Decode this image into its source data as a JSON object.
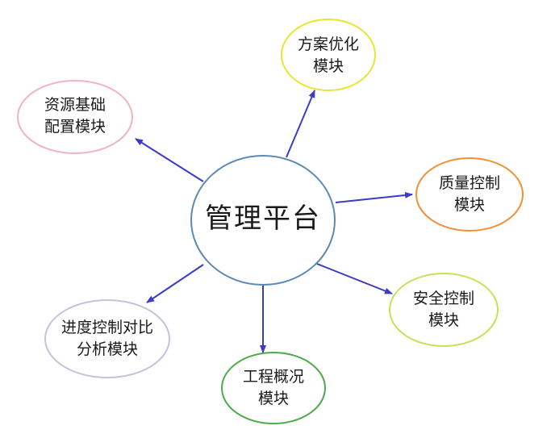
{
  "center": {
    "label": "管理平台"
  },
  "modules": [
    {
      "id": "plan-optimization",
      "lines": [
        "方案优化",
        "模块"
      ],
      "border": "#e6e62e"
    },
    {
      "id": "resource-config",
      "lines": [
        "资源基础",
        "配置模块"
      ],
      "border": "#f0b4be"
    },
    {
      "id": "quality-control",
      "lines": [
        "质量控制",
        "模块"
      ],
      "border": "#f0903a"
    },
    {
      "id": "safety-control",
      "lines": [
        "安全控制",
        "模块"
      ],
      "border": "#c8e05a"
    },
    {
      "id": "project-overview",
      "lines": [
        "工程概况",
        "模块"
      ],
      "border": "#4caa4c"
    },
    {
      "id": "progress-analysis",
      "lines": [
        "进度控制对比",
        "分析模块"
      ],
      "border": "#c8c0dc"
    }
  ],
  "colors": {
    "center_border": "#5a8ab4",
    "arrow": "#3b3bc8"
  }
}
